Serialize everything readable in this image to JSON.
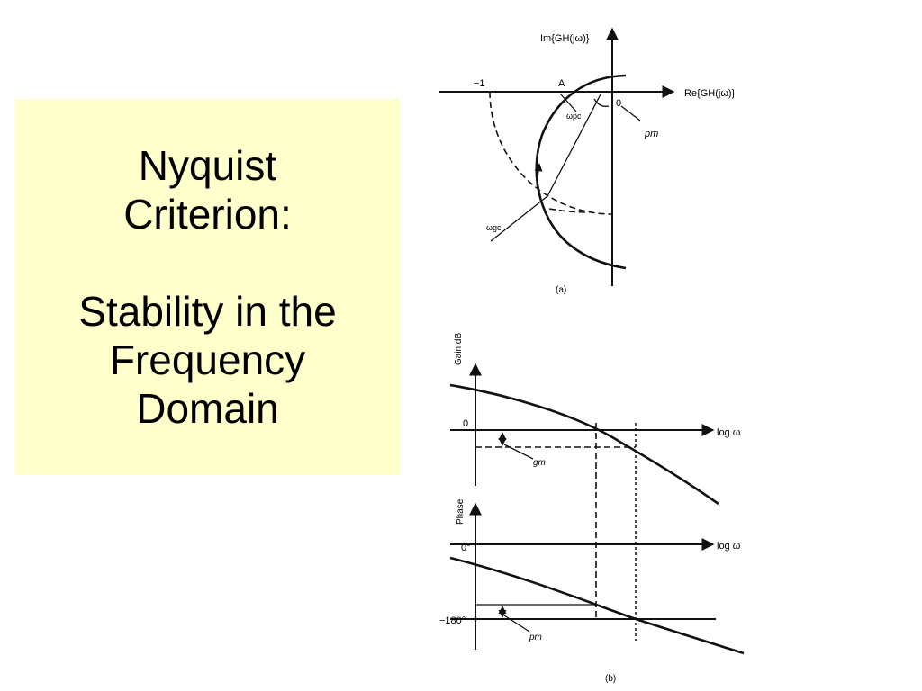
{
  "slide": {
    "title_line1": "Nyquist",
    "title_line2": "Criterion:",
    "title_line3": "Stability in the",
    "title_line4": "Frequency",
    "title_line5": "Domain",
    "box_color": "#ffffcc"
  },
  "nyquist_plot": {
    "im_axis_label": "Im{GH(jω)}",
    "re_axis_label": "Re{GH(jω)}",
    "minus_one_label": "−1",
    "point_a_label": "A",
    "origin_label": "0",
    "wpc_label": "ωpc",
    "wgc_label": "ωgc",
    "pm_label": "pm",
    "caption": "(a)"
  },
  "bode_plot": {
    "gain_axis_label": "Gain dB",
    "gain_zero_label": "0",
    "gain_freq_label": "log ω",
    "gm_label": "gm",
    "phase_axis_label": "Phase",
    "phase_zero_label": "0°",
    "phase_minus180_label": "−180°",
    "phase_freq_label": "log ω",
    "pm_label": "pm",
    "caption": "(b)"
  }
}
